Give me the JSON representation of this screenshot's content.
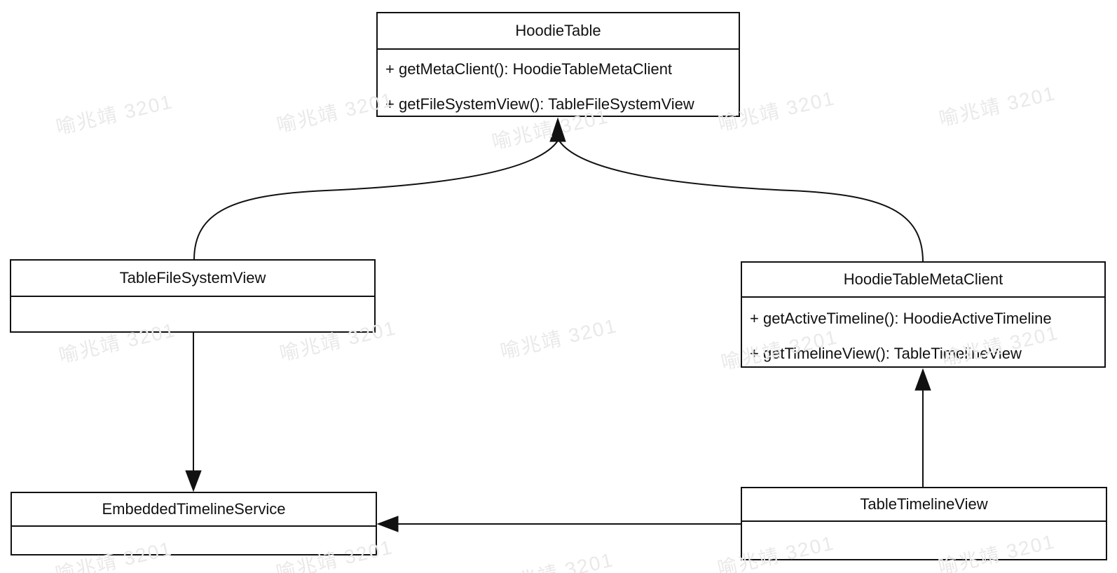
{
  "diagram": {
    "background_color": "#ffffff",
    "stroke_color": "#111111",
    "watermark": {
      "text": "喻兆靖 3201",
      "color": "#e9e9e9"
    },
    "classes": {
      "hoodie_table": {
        "name": "HoodieTable",
        "methods": [
          "+ getMetaClient(): HoodieTableMetaClient",
          "+ getFileSystemView(): TableFileSystemView"
        ]
      },
      "table_file_system_view": {
        "name": "TableFileSystemView",
        "methods": []
      },
      "hoodie_table_meta_client": {
        "name": "HoodieTableMetaClient",
        "methods": [
          "+ getActiveTimeline(): HoodieActiveTimeline",
          "+ getTimelineView(): TableTimelineView"
        ]
      },
      "embedded_timeline_service": {
        "name": "EmbeddedTimelineService",
        "methods": []
      },
      "table_timeline_view": {
        "name": "TableTimelineView",
        "methods": []
      }
    },
    "relations": [
      {
        "from": "TableFileSystemView",
        "to": "HoodieTable",
        "style": "curved, solid arrowhead pointing at HoodieTable bottom"
      },
      {
        "from": "HoodieTableMetaClient",
        "to": "HoodieTable",
        "style": "curved, solid arrowhead pointing at HoodieTable bottom"
      },
      {
        "from": "TableFileSystemView",
        "to": "EmbeddedTimelineService",
        "style": "straight vertical, arrowhead down"
      },
      {
        "from": "TableTimelineView",
        "to": "HoodieTableMetaClient",
        "style": "straight vertical, arrowhead up"
      },
      {
        "from": "TableTimelineView",
        "to": "EmbeddedTimelineService",
        "style": "straight horizontal, arrowhead left"
      }
    ]
  }
}
